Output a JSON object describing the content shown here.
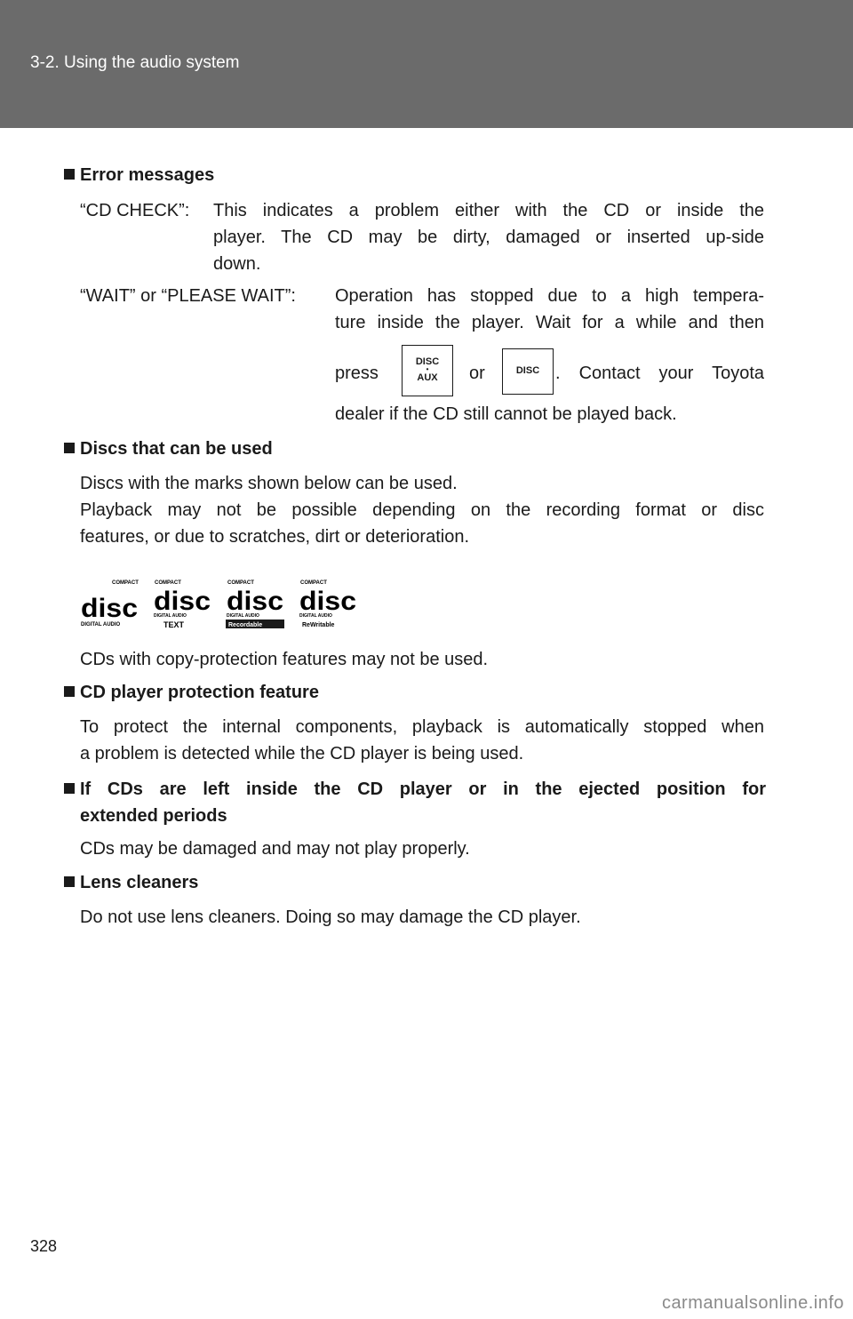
{
  "header": {
    "title": "3-2. Using the audio system"
  },
  "error_messages": {
    "heading": "Error messages",
    "cd_check": {
      "term": "“CD CHECK”:",
      "line1": "This indicates a problem either with the CD or inside the",
      "line2": "player. The CD may be dirty, damaged or inserted up-side",
      "line3": "down."
    },
    "wait": {
      "term": "“WAIT” or “PLEASE WAIT”:",
      "line1": "Operation has stopped due to a high tempera-",
      "line2": "ture inside the player. Wait for a while and then",
      "press": "press",
      "or": "or",
      "after": ". Contact your Toyota",
      "line4": "dealer if the CD still cannot be played back."
    },
    "button_disc_aux": {
      "top": "DISC",
      "bottom": "AUX",
      "icon": "disc-aux-button-icon"
    },
    "button_disc": {
      "label": "DISC",
      "icon": "disc-button-icon"
    }
  },
  "discs": {
    "heading": "Discs that can be used",
    "line1": "Discs with the marks shown below can be used.",
    "line2": "Playback may not be possible depending on the recording format or disc",
    "line3": "features, or due to scratches, dirt or deterioration.",
    "logos": [
      {
        "icon": "compact-disc-digital-audio-logo",
        "top_text": "COMPACT",
        "main": "disc",
        "sub": "DIGITAL AUDIO",
        "badge": ""
      },
      {
        "icon": "compact-disc-text-logo",
        "top_text": "COMPACT",
        "main": "disc",
        "sub": "DIGITAL AUDIO",
        "badge": "TEXT"
      },
      {
        "icon": "compact-disc-recordable-logo",
        "top_text": "COMPACT",
        "main": "disc",
        "sub": "DIGITAL AUDIO",
        "badge": "Recordable"
      },
      {
        "icon": "compact-disc-rewritable-logo",
        "top_text": "COMPACT",
        "main": "disc",
        "sub": "DIGITAL AUDIO",
        "badge": "ReWritable"
      }
    ],
    "copy_protection": "CDs with copy-protection features may not be used."
  },
  "protection": {
    "heading": "CD player protection feature",
    "line1": "To protect the internal components, playback is automatically stopped when",
    "line2": "a problem is detected while the CD player is being used."
  },
  "left_inside": {
    "heading_line1": "If CDs are left inside the CD player or in the ejected position for",
    "heading_line2": "extended periods",
    "body": "CDs may be damaged and may not play properly."
  },
  "lens": {
    "heading": "Lens cleaners",
    "body": "Do not use lens cleaners. Doing so may damage the CD player."
  },
  "page_number": "328",
  "watermark": "carmanualsonline.info"
}
